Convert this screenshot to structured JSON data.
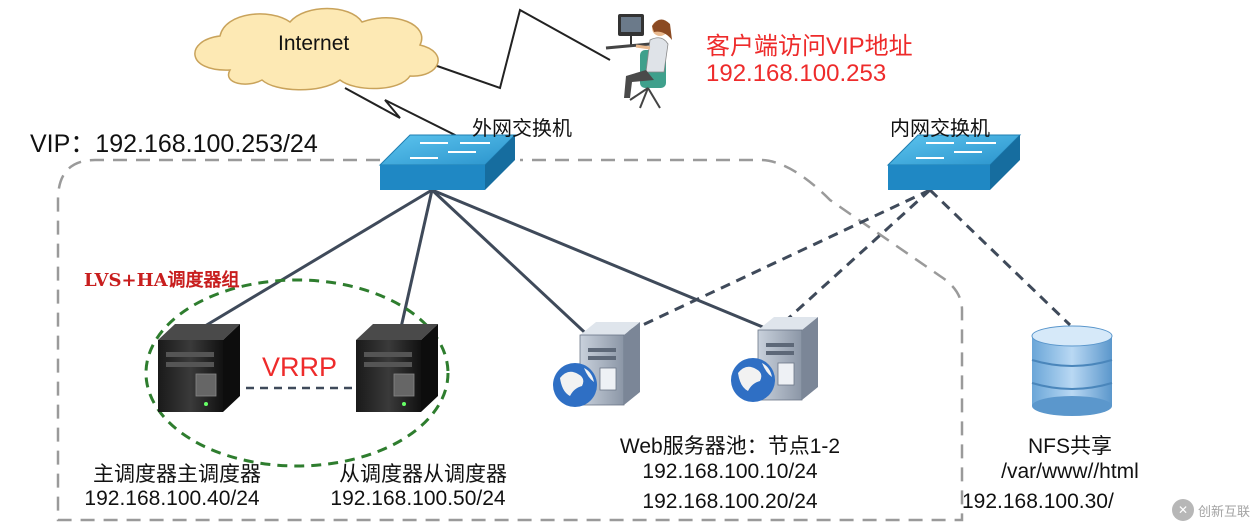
{
  "internet": {
    "label": "Internet"
  },
  "client": {
    "caption": "客户端访问VIP地址",
    "ip": "192.168.100.253",
    "caption_color": "#ee2b2b"
  },
  "vip": {
    "label": "VIP：192.168.100.253/24"
  },
  "switches": {
    "external": {
      "label": "外网交换机"
    },
    "internal": {
      "label": "内网交换机"
    }
  },
  "lvs_group": {
    "label": "LVS+HA调度器组",
    "vrrp": "VRRP",
    "label_color": "#c81e1e",
    "vrrp_color": "#ee2b2b"
  },
  "master": {
    "name": "主调度器主调度器",
    "ip": "192.168.100.40/24"
  },
  "backup": {
    "name": "从调度器从调度器",
    "ip": "192.168.100.50/24"
  },
  "web_pool": {
    "name": "Web服务器池：节点1-2",
    "ips": [
      "192.168.100.10/24",
      "192.168.100.20/24"
    ]
  },
  "nfs": {
    "name": "NFS共享",
    "path": "/var/www//html",
    "ip": "192.168.100.30/"
  },
  "watermark": {
    "text": "创新互联",
    "icon": "logo-icon"
  },
  "colors": {
    "accent": "#ee2b2b",
    "switch_blue": "#2aa3dc",
    "dashed_group": "#2e7d2e",
    "link": "#3f4a5a"
  }
}
